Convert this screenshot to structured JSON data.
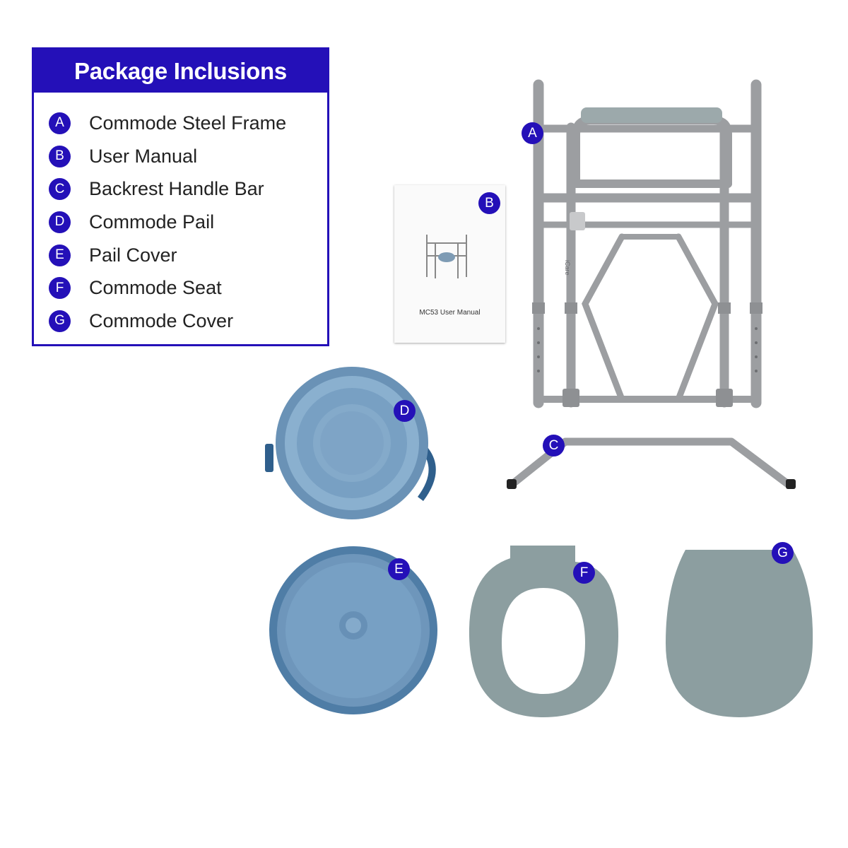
{
  "panel": {
    "title": "Package Inclusions",
    "items": [
      {
        "letter": "A",
        "label": "Commode Steel Frame"
      },
      {
        "letter": "B",
        "label": "User Manual"
      },
      {
        "letter": "C",
        "label": "Backrest Handle Bar"
      },
      {
        "letter": "D",
        "label": "Commode Pail"
      },
      {
        "letter": "E",
        "label": "Pail Cover"
      },
      {
        "letter": "F",
        "label": "Commode Seat"
      },
      {
        "letter": "G",
        "label": "Commode Cover"
      }
    ]
  },
  "manual": {
    "title": "MC53 User Manual"
  },
  "frame": {
    "brand": "iCare"
  },
  "colors": {
    "accent": "#2410b8",
    "steel": "#a8aaad",
    "pail_blue": "#6f96b8",
    "seat_grey": "#8c9ea0"
  }
}
